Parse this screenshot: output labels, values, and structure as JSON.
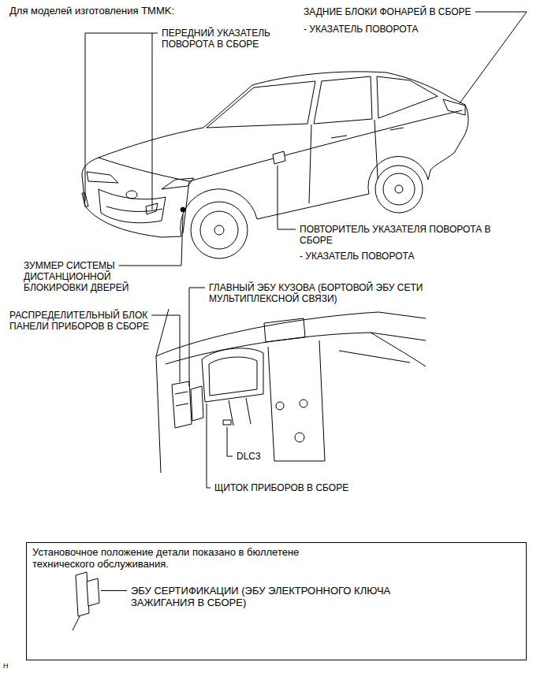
{
  "diagram": {
    "title": "Для моделей изготовления TMMK:",
    "nodes": [
      {
        "text": [
          "Установочное положение детали показано в бюллетене технического обслуживания.",
          "ЭБУ СЕРТИФИКАЦИИ (ЭБУ ЭЛЕКТРОННОГО КЛЮЧА ЗАЖИГАНИЯ В СБОРЕ)"
        ]
      }
    ],
    "edges": [],
    "labels": [
      "ЗАДНИЕ БЛОКИ ФОНАРЕЙ В СБОРЕ",
      "- УКАЗАТЕЛЬ ПОВОРОТА",
      "ПЕРЕДНИЙ УКАЗАТЕЛЬ ПОВОРОТА В СБОРЕ",
      "ПОВТОРИТЕЛЬ УКАЗАТЕЛЯ ПОВОРОТА В СБОРЕ",
      "- УКАЗАТЕЛЬ ПОВОРОТА",
      "ЗУММЕР СИСТЕМЫ ДИСТАНЦИОННОЙ БЛОКИРОВКИ ДВЕРЕЙ",
      "ГЛАВНЫЙ ЭБУ КУЗОВА (БОРТОВОЙ ЭБУ СЕТИ МУЛЬТИПЛЕКСНОЙ СВЯЗИ)",
      "РАСПРЕДЕЛИТЕЛЬНЫЙ БЛОК ПАНЕЛИ ПРИБОРОВ В СБОРЕ",
      "DLC3",
      "ЩИТОК ПРИБОРОВ В СБОРЕ",
      "H"
    ]
  }
}
